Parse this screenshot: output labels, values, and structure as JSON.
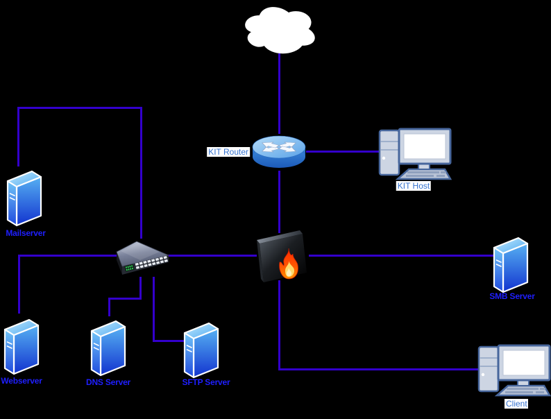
{
  "diagram": {
    "colors": {
      "background": "#000000",
      "wire": "#3300cc",
      "label_text": "#1f1fff",
      "boxed_label_text": "#3572cf",
      "boxed_label_bg": "#ffffff",
      "server_blue": "#1335d2",
      "flame_orange": "#ff7a00"
    },
    "nodes": {
      "cloud": {
        "type": "internet-cloud",
        "label": ""
      },
      "router": {
        "type": "router",
        "label": "KIT Router"
      },
      "host": {
        "type": "desktop-computer",
        "label": "KIT Host"
      },
      "firewall": {
        "type": "firewall",
        "label": ""
      },
      "switch": {
        "type": "network-switch",
        "label": ""
      },
      "mailserver": {
        "type": "server-tower",
        "label": "Mailserver"
      },
      "webserver": {
        "type": "server-tower",
        "label": "Webserver"
      },
      "dns": {
        "type": "server-tower",
        "label": "DNS Server"
      },
      "sftp": {
        "type": "server-tower",
        "label": "SFTP Server"
      },
      "smb": {
        "type": "server-tower",
        "label": "SMB Server"
      },
      "client": {
        "type": "desktop-computer",
        "label": "Client"
      }
    },
    "connections": [
      {
        "from": "cloud",
        "to": "router"
      },
      {
        "from": "router",
        "to": "host"
      },
      {
        "from": "router",
        "to": "firewall"
      },
      {
        "from": "firewall",
        "to": "switch"
      },
      {
        "from": "firewall",
        "to": "smb"
      },
      {
        "from": "firewall",
        "to": "client"
      },
      {
        "from": "switch",
        "to": "mailserver"
      },
      {
        "from": "switch",
        "to": "webserver"
      },
      {
        "from": "switch",
        "to": "dns"
      },
      {
        "from": "switch",
        "to": "sftp"
      }
    ]
  }
}
